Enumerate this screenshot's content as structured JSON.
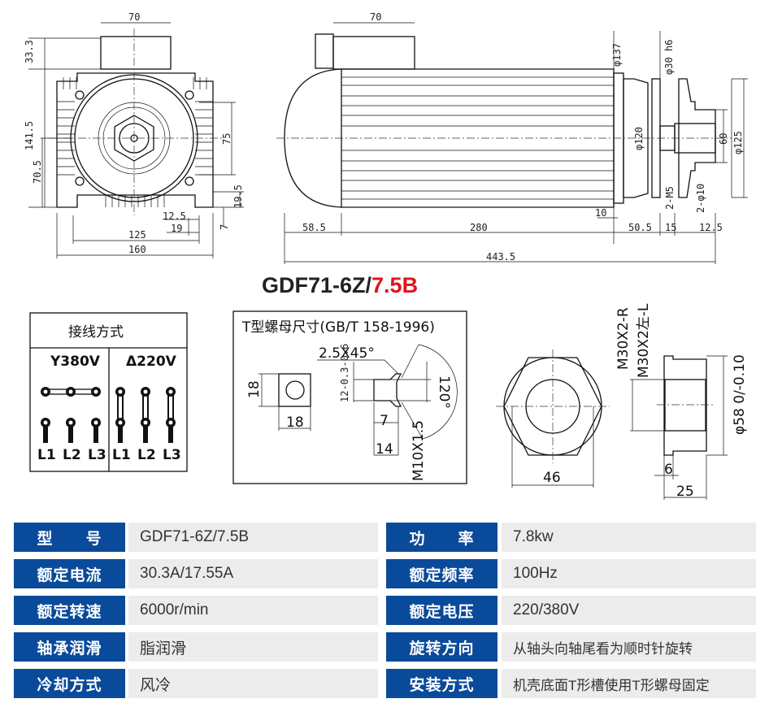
{
  "title": {
    "model_prefix": "GDF71-6Z/",
    "model_suffix": "7.5B"
  },
  "front_view": {
    "dims": [
      "70",
      "33.3",
      "141.5",
      "70.5",
      "75",
      "19.5",
      "12.5",
      "19",
      "7",
      "125",
      "160"
    ]
  },
  "side_view": {
    "dims": [
      "70",
      "φ137",
      "φ30 h6",
      "φ120",
      "φ125",
      "60",
      "2-M5",
      "2-φ10",
      "10",
      "58.5",
      "280",
      "50.5",
      "15",
      "12.5",
      "443.5"
    ]
  },
  "wiring": {
    "title": "接线方式",
    "star": "Y380V",
    "delta": "Δ220V",
    "terminals": [
      "L1",
      "L2",
      "L3"
    ]
  },
  "tnut": {
    "title": "T型螺母尺寸(GB/T 158-1996)",
    "chamfer": "2.5X45°",
    "w": "18",
    "h": "18",
    "tol": "12-0.3-0.6",
    "d7": "7",
    "d14": "14",
    "thread": "M10X1.5",
    "angle": "120°"
  },
  "hexnut": {
    "width": "46"
  },
  "collar": {
    "thread_r": "M30X2-R",
    "thread_l": "M30X2左-L",
    "dia": "φ58 0/-0.10",
    "d6": "6",
    "d25": "25"
  },
  "specs": [
    {
      "label": "型　　号",
      "value": "GDF71-6Z/7.5B",
      "label2": "功　　率",
      "value2": "7.8kw"
    },
    {
      "label": "额定电流",
      "value": "30.3A/17.55A",
      "label2": "额定频率",
      "value2": "100Hz"
    },
    {
      "label": "额定转速",
      "value": "6000r/min",
      "label2": "额定电压",
      "value2": "220/380V"
    },
    {
      "label": "轴承润滑",
      "value": "脂润滑",
      "label2": "旋转方向",
      "value2": "从轴头向轴尾看为顺时针旋转"
    },
    {
      "label": "冷却方式",
      "value": "风冷",
      "label2": "安装方式",
      "value2": "机壳底面T形槽使用T形螺母固定"
    }
  ]
}
